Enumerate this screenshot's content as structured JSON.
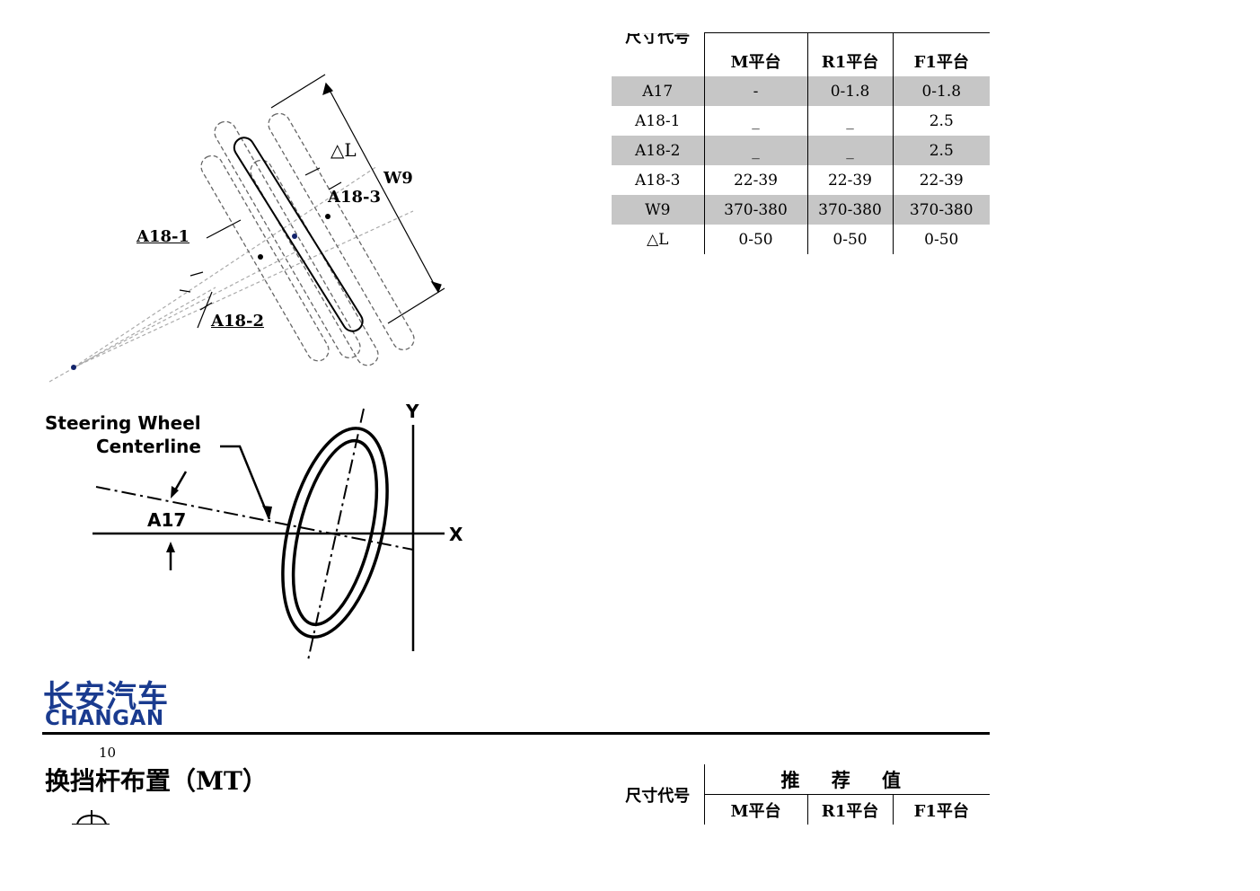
{
  "diagram_top": {
    "labels": {
      "delta_l": "△L",
      "w9": "W9",
      "a18_3": "A18-3",
      "a18_1": "A18-1",
      "a18_2": "A18-2"
    }
  },
  "diagram_bottom": {
    "title_line1": "Steering Wheel",
    "title_line2": "Centerline",
    "a17": "A17",
    "axis_x": "X",
    "axis_y": "Y"
  },
  "table_top": {
    "code_header": "尺寸代号",
    "columns": [
      "M平台",
      "R1平台",
      "F1平台"
    ],
    "rows": [
      {
        "code": "A17",
        "values": [
          "-",
          "0-1.8",
          "0-1.8"
        ]
      },
      {
        "code": "A18-1",
        "values": [
          "_",
          "_",
          "2.5"
        ]
      },
      {
        "code": "A18-2",
        "values": [
          "_",
          "_",
          "2.5"
        ]
      },
      {
        "code": "A18-3",
        "values": [
          "22-39",
          "22-39",
          "22-39"
        ]
      },
      {
        "code": "W9",
        "values": [
          "370-380",
          "370-380",
          "370-380"
        ]
      },
      {
        "code": "△L",
        "values": [
          "0-50",
          "0-50",
          "0-50"
        ]
      }
    ]
  },
  "header": {
    "logo_cn": "长安汽车",
    "logo_en": "CHANGAN",
    "page_number": "10",
    "section_title": "换挡杆布置（MT）"
  },
  "table_bottom": {
    "code_header": "尺寸代号",
    "recommended": "推 荐 值",
    "columns": [
      "M平台",
      "R1平台",
      "F1平台"
    ]
  }
}
